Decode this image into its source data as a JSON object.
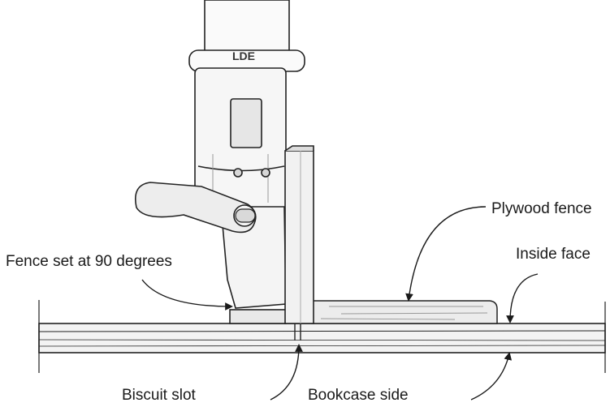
{
  "labels": {
    "plywood_fence": "Plywood fence",
    "inside_face": "Inside face",
    "fence_90": "Fence set at 90 degrees",
    "biscuit_slot": "Biscuit slot",
    "bookcase_side": "Bookcase side"
  },
  "tool_marking": "LDE"
}
